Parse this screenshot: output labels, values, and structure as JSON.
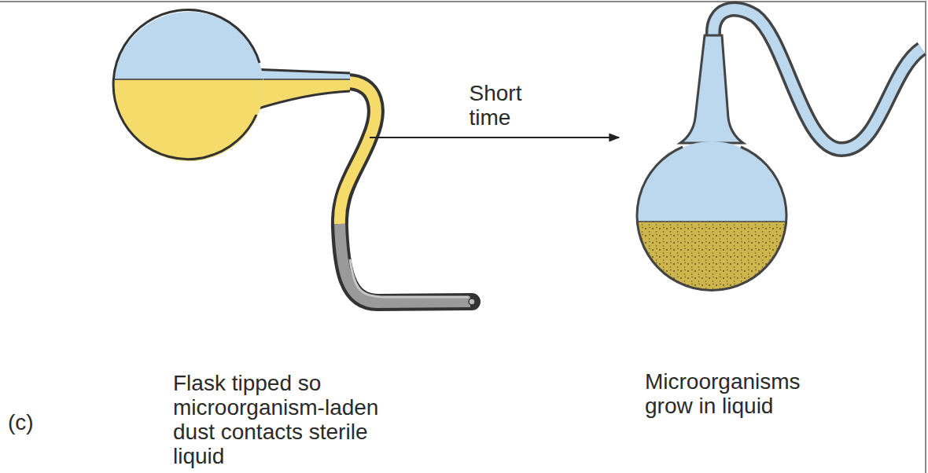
{
  "diagram": {
    "nodes": [
      {
        "text": [
          "Flask tipped so microorganism-laden dust contacts sterile liquid"
        ]
      },
      {
        "text": [
          "Microorganisms grow in liquid"
        ]
      }
    ],
    "edges": [
      {
        "from": 0,
        "to": 1,
        "arrow": "to",
        "label": "Short time"
      }
    ],
    "labels": [
      "(c)"
    ]
  }
}
